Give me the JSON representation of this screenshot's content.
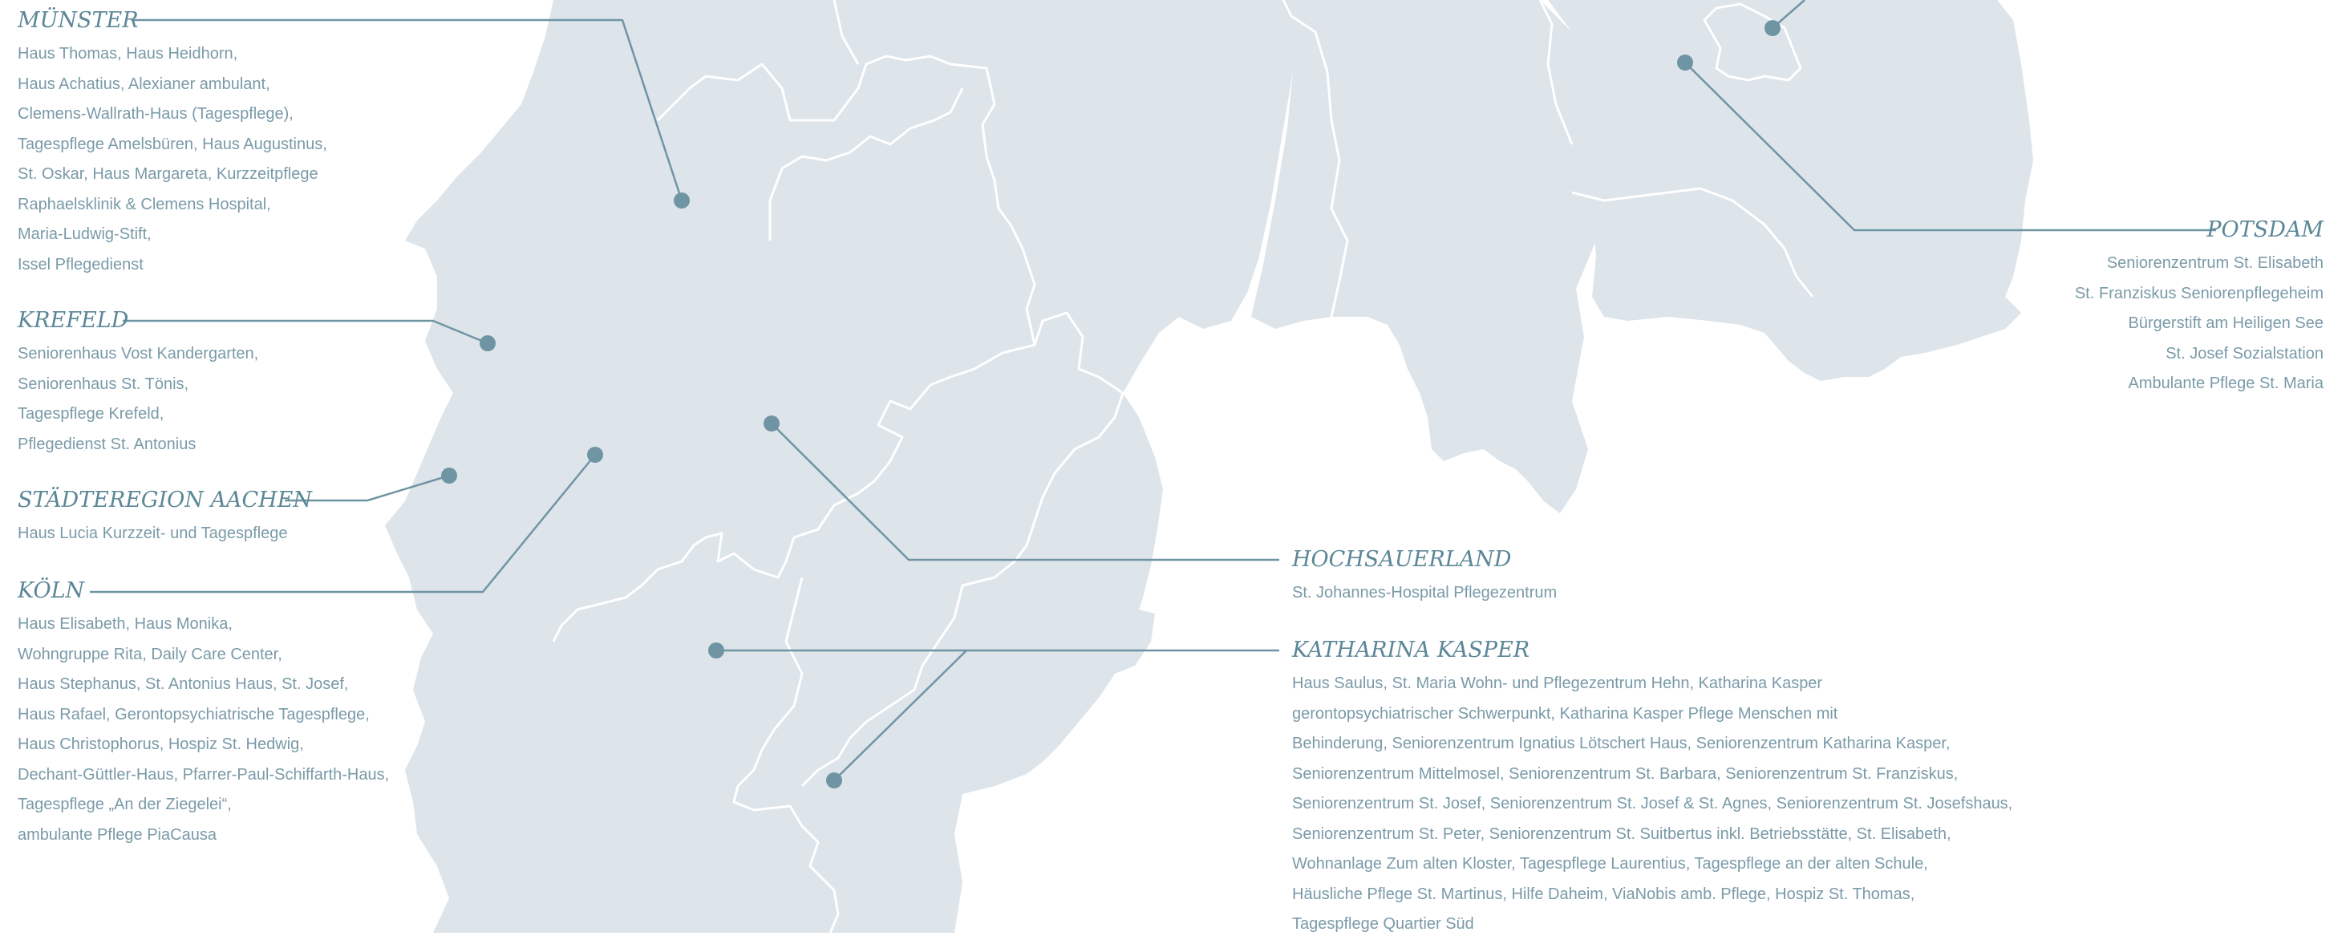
{
  "colors": {
    "land": "#dde4ea",
    "border": "#ffffff",
    "leader_line": "#6f95a4",
    "marker": "#6f95a4",
    "title": "#5b8796",
    "text": "#7a9aa8"
  },
  "regions": {
    "muenster": {
      "title": "MÜNSTER",
      "lines": [
        "Haus Thomas, Haus Heidhorn,",
        "Haus Achatius, Alexianer ambulant,",
        "Clemens-Wallrath-Haus (Tagespflege),",
        "Tagespflege Amelsbüren, Haus Augustinus,",
        "St. Oskar, Haus Margareta, Kurzzeitpflege",
        "Raphaelsklinik & Clemens Hospital,",
        "Maria-Ludwig-Stift,",
        "Issel Pflegedienst"
      ]
    },
    "krefeld": {
      "title": "KREFELD",
      "lines": [
        "Seniorenhaus Vost Kandergarten,",
        "Seniorenhaus St. Tönis,",
        "Tagespflege Krefeld,",
        "Pflegedienst St. Antonius"
      ]
    },
    "aachen": {
      "title": "STÄDTEREGION AACHEN",
      "lines": [
        "Haus Lucia Kurzzeit- und Tagespflege"
      ]
    },
    "koeln": {
      "title": "KÖLN",
      "lines": [
        "Haus Elisabeth, Haus Monika,",
        "Wohngruppe Rita, Daily Care Center,",
        "Haus Stephanus, St. Antonius Haus, St. Josef,",
        "Haus Rafael, Gerontopsychiatrische Tagespflege,",
        "Haus Christophorus, Hospiz St. Hedwig,",
        "Dechant-Güttler-Haus, Pfarrer-Paul-Schiffarth-Haus,",
        "Tagespflege „An der Ziegelei“,",
        "ambulante Pflege PiaCausa"
      ]
    },
    "hochsauerland": {
      "title": "HOCHSAUERLAND",
      "lines": [
        "St. Johannes-Hospital Pflegezentrum"
      ]
    },
    "katharina_kasper": {
      "title": "KATHARINA KASPER",
      "lines": [
        "Haus Saulus, St. Maria Wohn- und Pflegezentrum Hehn, Katharina Kasper",
        "gerontopsychiatrischer Schwerpunkt, Katharina Kasper Pflege Menschen mit",
        "Behinderung, Seniorenzentrum Ignatius Lötschert Haus, Seniorenzentrum Katharina Kasper,",
        "Seniorenzentrum Mittelmosel, Seniorenzentrum St. Barbara, Seniorenzentrum St. Franziskus,",
        "Seniorenzentrum St. Josef, Seniorenzentrum St. Josef & St. Agnes, Seniorenzentrum St. Josefshaus,",
        "Seniorenzentrum St. Peter, Seniorenzentrum St. Suitbertus inkl. Betriebsstätte, St. Elisabeth,",
        "Wohnanlage Zum alten Kloster, Tagespflege Laurentius, Tagespflege an der alten Schule,",
        "Häusliche Pflege St. Martinus, Hilfe Daheim, ViaNobis amb. Pflege, Hospiz St. Thomas,",
        "Tagespflege Quartier Süd"
      ]
    },
    "potsdam": {
      "title": "POTSDAM",
      "lines": [
        "Seniorenzentrum St. Elisabeth",
        "St. Franziskus Seniorenpflegeheim",
        "Bürgerstift am Heiligen See",
        "St. Josef Sozialstation",
        "Ambulante Pflege St. Maria"
      ]
    }
  }
}
